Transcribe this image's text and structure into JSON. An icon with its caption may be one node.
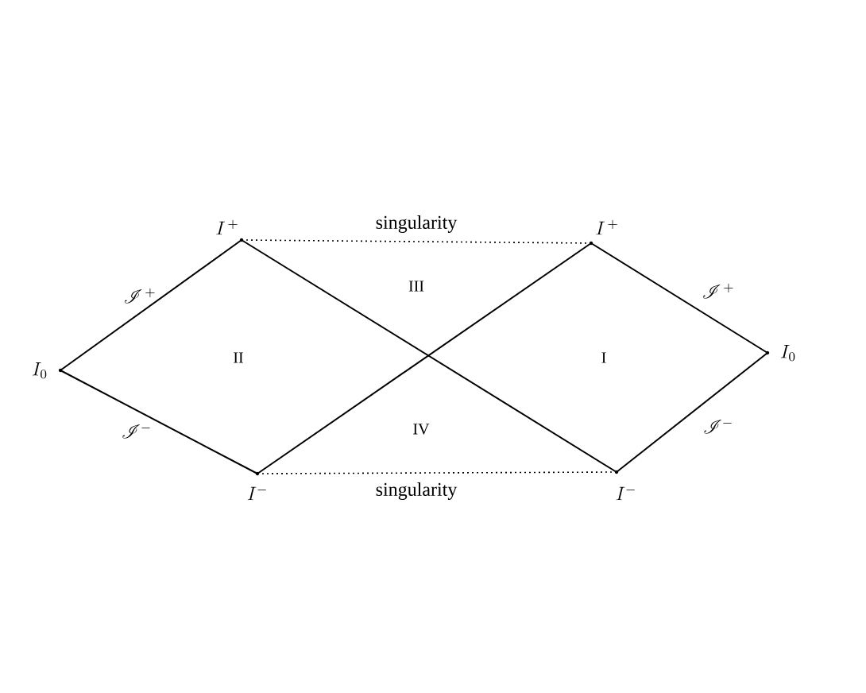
{
  "diagram": {
    "nodes": [
      {
        "text": [],
        "shape": "point",
        "beside": [
          "I_0"
        ]
      },
      {
        "text": [],
        "shape": "point",
        "beside": [
          "I^{\\,+}"
        ]
      },
      {
        "text": [],
        "shape": "point",
        "beside": [
          "I^{-}"
        ]
      },
      {
        "text": [],
        "shape": "point",
        "beside": [
          "I^{\\,+}"
        ]
      },
      {
        "text": [],
        "shape": "point",
        "beside": [
          "I^{-}"
        ]
      },
      {
        "text": [],
        "shape": "point",
        "beside": [
          "I_0"
        ]
      }
    ],
    "edges": [
      {
        "from": 0,
        "to": 1,
        "arrow": "none",
        "label": "\\mathscr{I}^{\\,+}"
      },
      {
        "from": 0,
        "to": 2,
        "arrow": "none",
        "label": "\\mathscr{I}^{-}"
      },
      {
        "from": 1,
        "to": 4,
        "arrow": "none"
      },
      {
        "from": 2,
        "to": 3,
        "arrow": "none"
      },
      {
        "from": 3,
        "to": 5,
        "arrow": "none",
        "label": "\\mathscr{I}^{\\,+}"
      },
      {
        "from": 4,
        "to": 5,
        "arrow": "none",
        "label": "\\mathscr{I}^{-}"
      },
      {
        "from": 1,
        "to": 3,
        "arrow": "none",
        "style": "dashed",
        "label": "singularity"
      },
      {
        "from": 2,
        "to": 4,
        "arrow": "none",
        "style": "dashed",
        "label": "singularity"
      }
    ],
    "labels": [
      "III",
      "II",
      "I",
      "IV"
    ]
  }
}
